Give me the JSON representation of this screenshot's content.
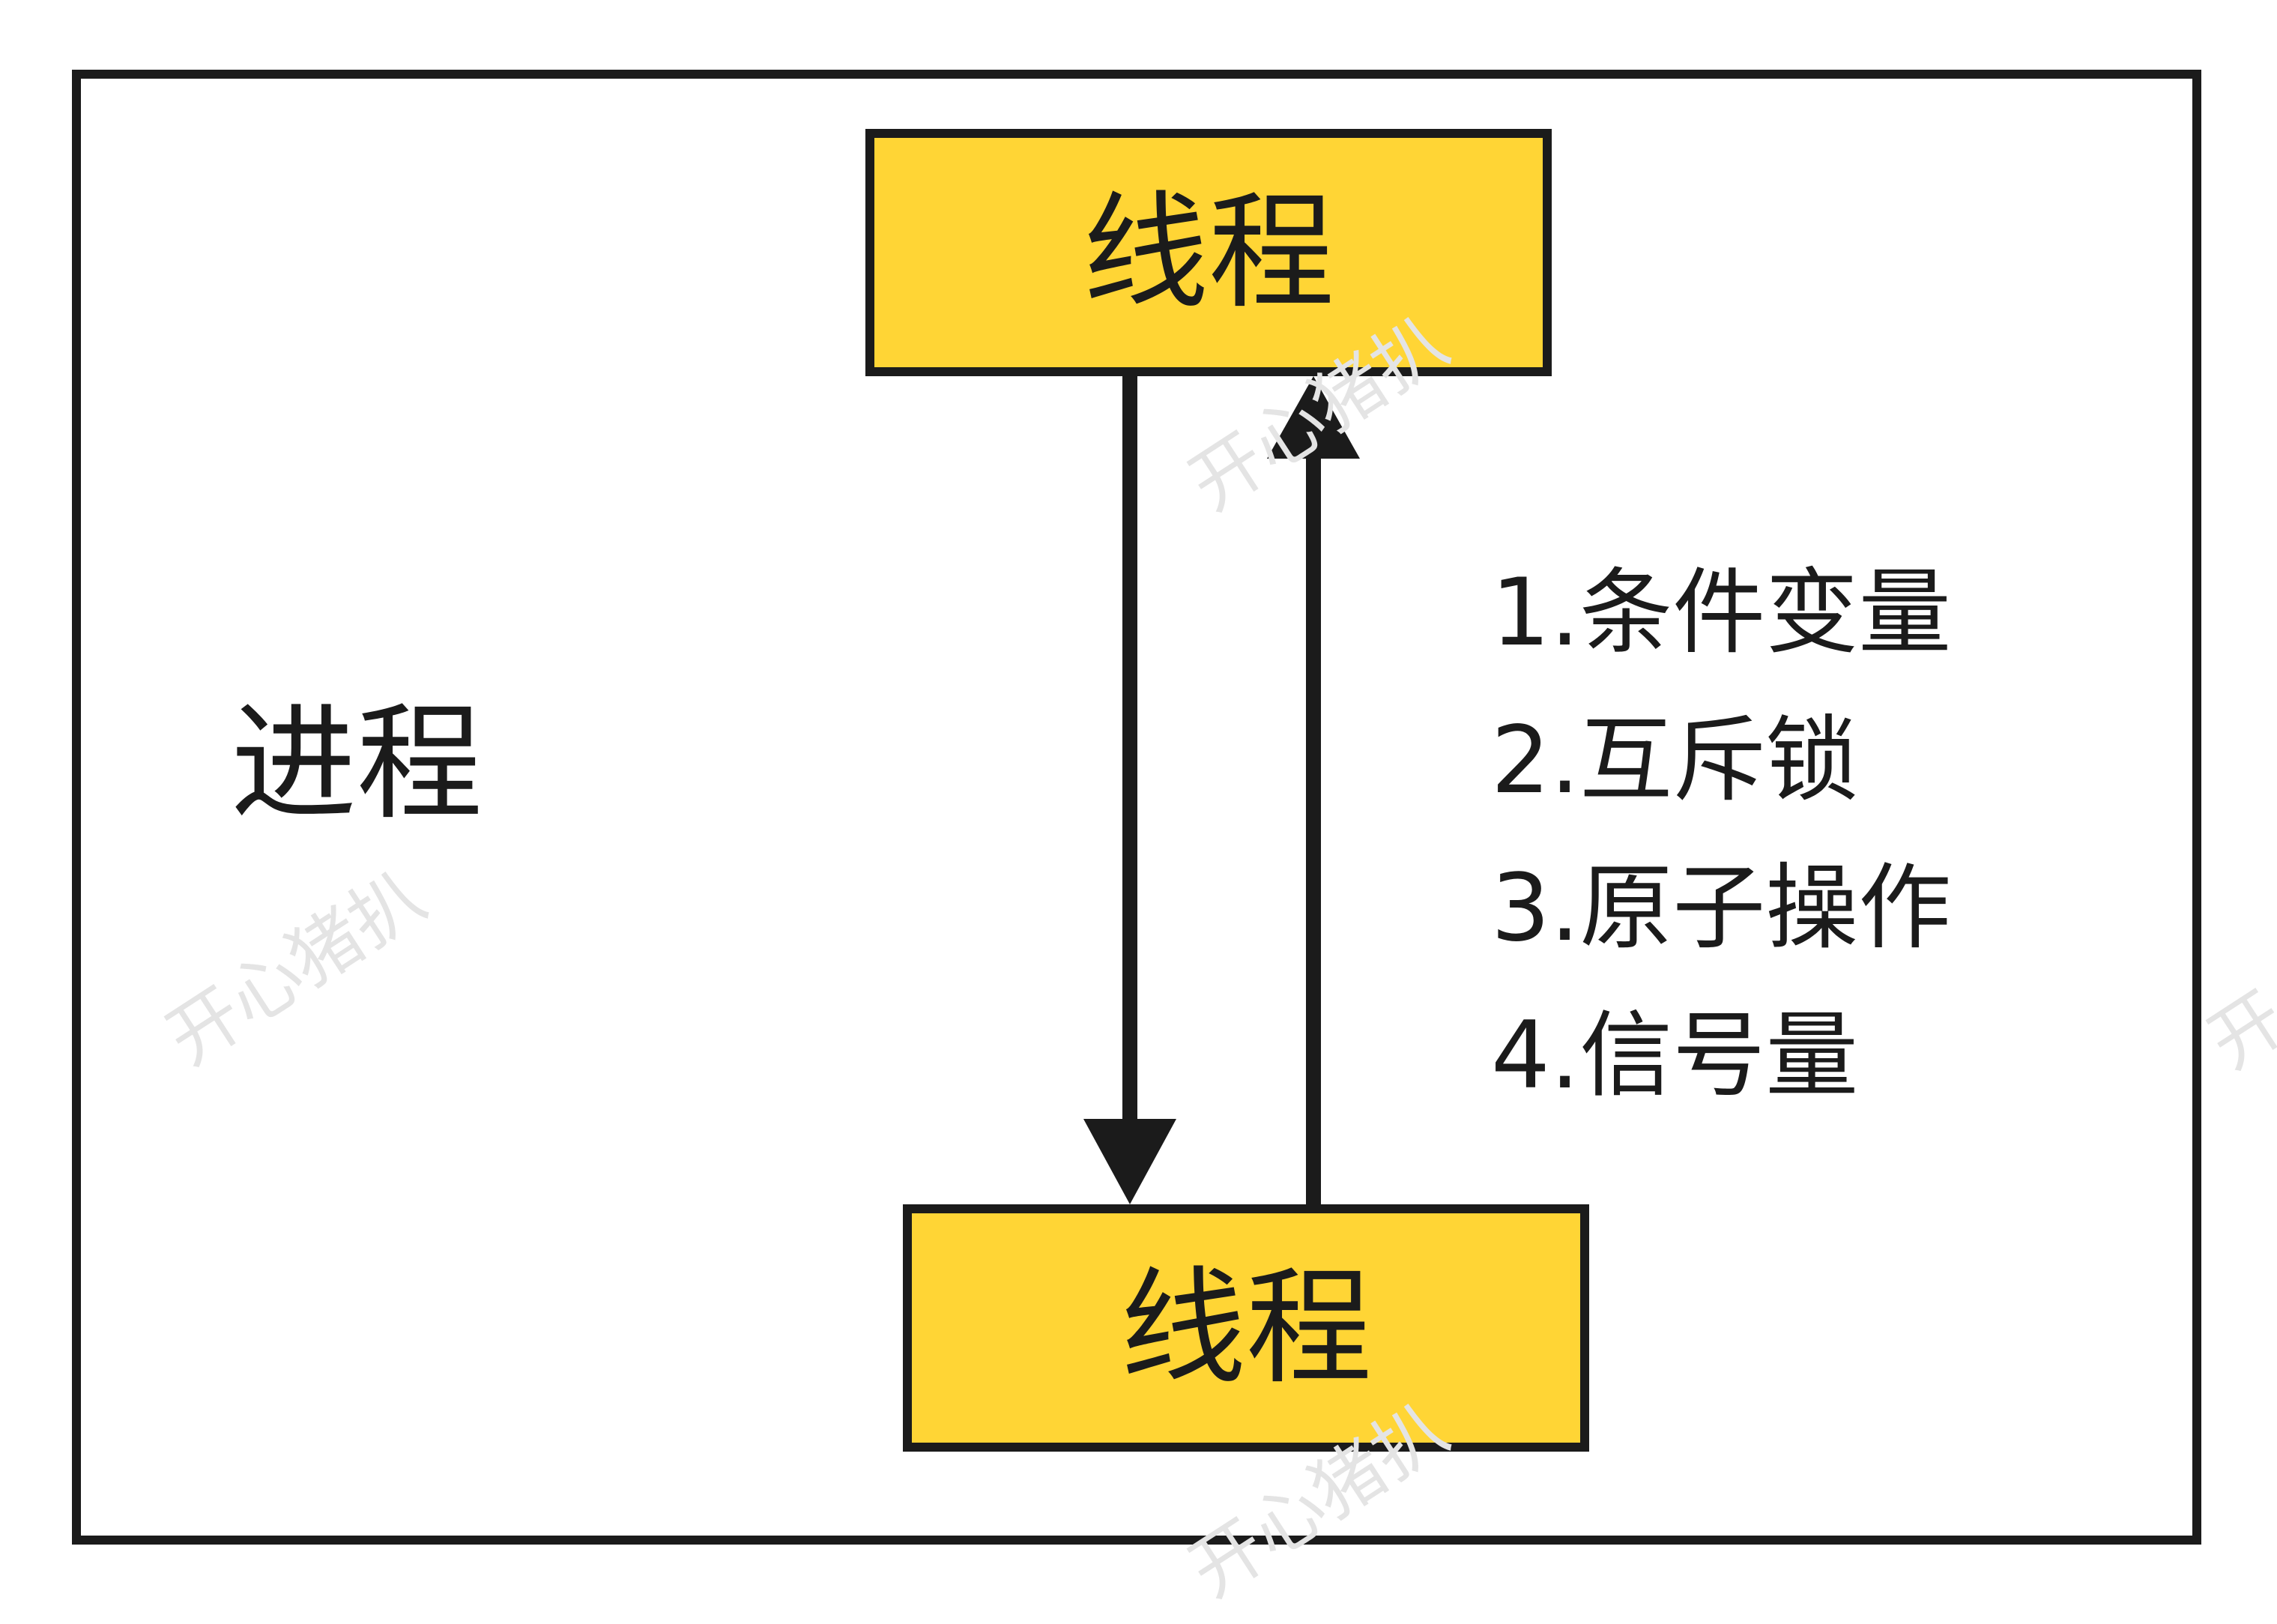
{
  "diagram": {
    "process_label": "进程",
    "thread_top_label": "线程",
    "thread_bottom_label": "线程",
    "sync_methods": [
      "1.条件变量",
      "2.互斥锁",
      "3.原子操作",
      "4.信号量"
    ],
    "watermark": "开心猪扒"
  },
  "colors": {
    "thread_fill": "#FFD535",
    "stroke": "#1b1b1b",
    "background": "#ffffff",
    "watermark": "#e4e4e4"
  }
}
